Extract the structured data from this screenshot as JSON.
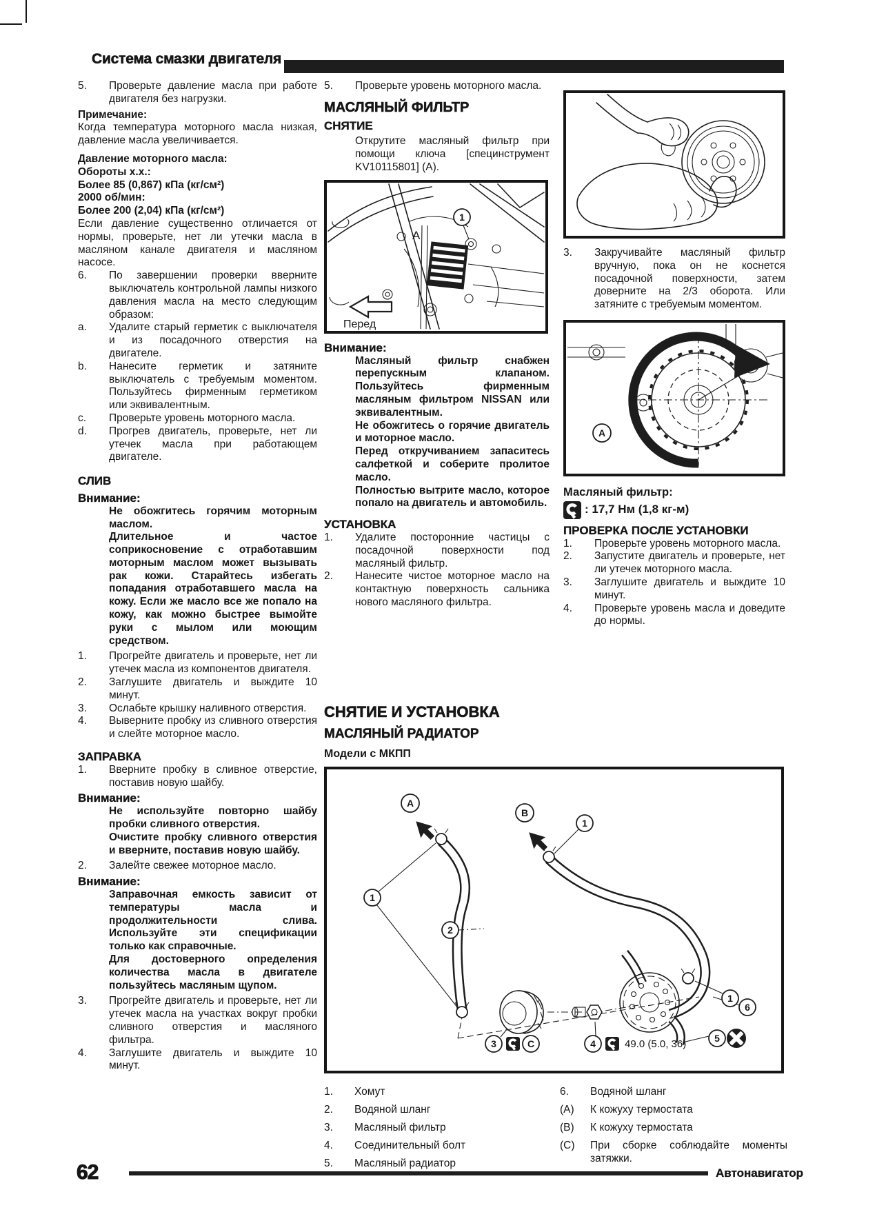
{
  "header": {
    "title": "Система смазки двигателя"
  },
  "left": {
    "s5_num": "5.",
    "s5": "Проверьте давление масла при работе двигателя без нагрузки.",
    "note_h": "Примечание:",
    "note": "Когда температура моторного масла низкая, давление масла увеличивается.",
    "spec": [
      "Давление моторного масла:",
      "Обороты х.х.:",
      "Более 85 (0,867) кПа (кг/см²)",
      "2000 об/мин:",
      "Более 200 (2,04) кПа (кг/см²)"
    ],
    "spec_note": "Если давление существенно отличается от нормы, проверьте, нет ли утечки масла в масляном канале двигателя и масляном насосе.",
    "s6_num": "6.",
    "s6": "По завершении проверки вверните выключатель контрольной лампы низкого давления масла на место следующим образом:",
    "sa_num": "a.",
    "sa": "Удалите старый герметик с выключателя и из посадочного отверстия на двигателе.",
    "sb_num": "b.",
    "sb": "Нанесите герметик и затяните выключатель с требуемым моментом. Пользуйтесь фирменным герметиком или эквивалентным.",
    "sc_num": "c.",
    "sc": "Проверьте уровень моторного масла.",
    "sd_num": "d.",
    "sd": "Прогрев двигатель, проверьте, нет ли утечек масла при работающем двигателе.",
    "sliv_h": "СЛИВ",
    "att1_h": "Внимание:",
    "att1_b1": "Не обожгитесь горячим моторным маслом.",
    "att1_b2": "Длительное и частое соприкосновение с отработавшим моторным маслом может вызывать рак кожи. Старайтесь избегать попадания отработавшего масла на кожу. Если же масло все же попало на кожу, как можно быстрее вымойте руки с мылом или моющим средством.",
    "d1_num": "1.",
    "d1": "Прогрейте двигатель и проверьте, нет ли утечек масла из компонентов двигателя.",
    "d2_num": "2.",
    "d2": "Заглушите двигатель и выждите 10 минут.",
    "d3_num": "3.",
    "d3": "Ослабьте крышку наливного отверстия.",
    "d4_num": "4.",
    "d4": "Выверните пробку из сливного отверстия и слейте моторное масло.",
    "zap_h": "ЗАПРАВКА",
    "z1_num": "1.",
    "z1": "Вверните пробку в сливное отверстие, поставив новую шайбу.",
    "att2_h": "Внимание:",
    "att2_b1": "Не используйте повторно шайбу пробки сливного отверстия.",
    "att2_b2": "Очистите пробку сливного отверстия и вверните, поставив новую шайбу.",
    "z2_num": "2.",
    "z2": "Залейте свежее моторное масло.",
    "att3_h": "Внимание:",
    "att3_b1": "Заправочная емкость зависит от температуры масла и продолжительности слива. Используйте эти спецификации только как справочные.",
    "att3_b2": "Для достоверного определения количества масла в двигателе пользуйтесь масляным щупом.",
    "z3_num": "3.",
    "z3": "Прогрейте двигатель и проверьте, нет ли утечек масла на участках вокруг пробки сливного отверстия и масляного фильтра.",
    "z4_num": "4.",
    "z4": "Заглушите двигатель и выждите 10 минут."
  },
  "middle": {
    "s5_num": "5.",
    "s5": "Проверьте уровень моторного масла.",
    "filter_h": "МАСЛЯНЫЙ ФИЛЬТР",
    "removal_h": "СНЯТИЕ",
    "rem_b1": "Открутите масляный фильтр при помощи ключа [специнструмент KV10115801] (A).",
    "img1_callout1": "1",
    "img1_calloutA": "A",
    "img1_front": "Перед",
    "att_h": "Внимание:",
    "att_b1": "Масляный фильтр снабжен перепускным клапаном. Пользуйтесь фирменным масляным фильтром NISSAN или эквивалентным.",
    "att_b2": "Не обожгитесь о горячие двигатель и моторное масло.",
    "att_b3": "Перед откручиванием запаситесь салфеткой и соберите пролитое масло.",
    "att_b4": "Полностью вытрите масло, которое попало на двигатель и автомобиль.",
    "install_h": "УСТАНОВКА",
    "i1_num": "1.",
    "i1": "Удалите посторонние частицы с посадочной поверхности под масляный фильтр.",
    "i2_num": "2.",
    "i2": "Нанесите чистое моторное масло на контактную поверхность сальника нового масляного фильтра."
  },
  "right": {
    "s3_num": "3.",
    "s3": "Закручивайте масляный фильтр вручную, пока он не коснется посадочной поверхности, затем доверните на 2/3 оборота. Или затяните с требуемым моментом.",
    "img3_calloutA": "A",
    "torque_h": "Масляный фильтр:",
    "torque_v": ": 17,7 Нм (1,8 кг-м)",
    "check_h": "ПРОВЕРКА ПОСЛЕ УСТАНОВКИ",
    "c1_num": "1.",
    "c1": "Проверьте уровень моторного масла.",
    "c2_num": "2.",
    "c2": "Запустите двигатель и проверьте, нет ли утечек моторного масла.",
    "c3_num": "3.",
    "c3": "Заглушите двигатель и выждите 10 минут.",
    "c4_num": "4.",
    "c4": "Проверьте уровень масла и доведите до нормы."
  },
  "section2": {
    "h1": "СНЯТИЕ И УСТАНОВКА",
    "h2": "МАСЛЯНЫЙ РАДИАТОР",
    "h3": "Модели с МКПП",
    "diagram": {
      "cA": "A",
      "cB": "B",
      "cC": "C",
      "c1": "1",
      "c2": "2",
      "c3": "3",
      "c4": "4",
      "c5": "5",
      "c6": "6",
      "torque": "49.0 (5.0, 36)"
    },
    "legend_left": [
      {
        "num": "1.",
        "text": "Хомут"
      },
      {
        "num": "2.",
        "text": "Водяной шланг"
      },
      {
        "num": "3.",
        "text": "Масляный фильтр"
      },
      {
        "num": "4.",
        "text": "Соединительный болт"
      },
      {
        "num": "5.",
        "text": "Масляный радиатор"
      }
    ],
    "legend_right": [
      {
        "num": "6.",
        "text": "Водяной шланг"
      },
      {
        "num": "(A)",
        "text": "К кожуху термостата"
      },
      {
        "num": "(B)",
        "text": "К кожуху термостата"
      },
      {
        "num": "(C)",
        "text": "При сборке соблюдайте моменты затяжки."
      }
    ]
  },
  "footer": {
    "page": "62",
    "brand": "Автонавигатор"
  }
}
